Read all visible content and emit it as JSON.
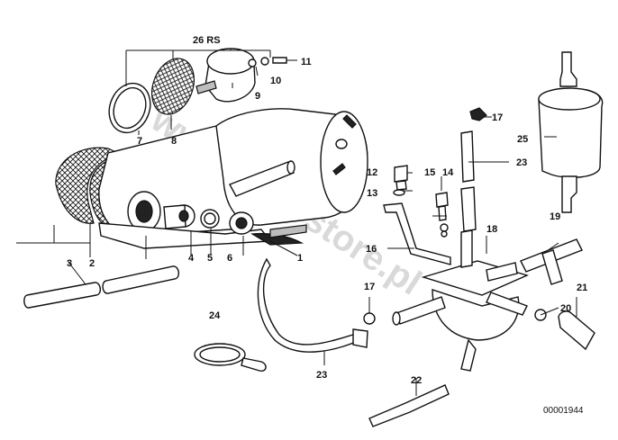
{
  "diagram": {
    "group_label": "26 RS",
    "drawing_number": "00001944",
    "watermark": "www.BMWstore.pl",
    "labels": [
      "1",
      "2",
      "3",
      "4",
      "5",
      "6",
      "7",
      "8",
      "9",
      "10",
      "11",
      "12",
      "13",
      "14",
      "15",
      "16",
      "17",
      "17",
      "18",
      "19",
      "20",
      "21",
      "22",
      "23",
      "23",
      "24",
      "25"
    ]
  }
}
